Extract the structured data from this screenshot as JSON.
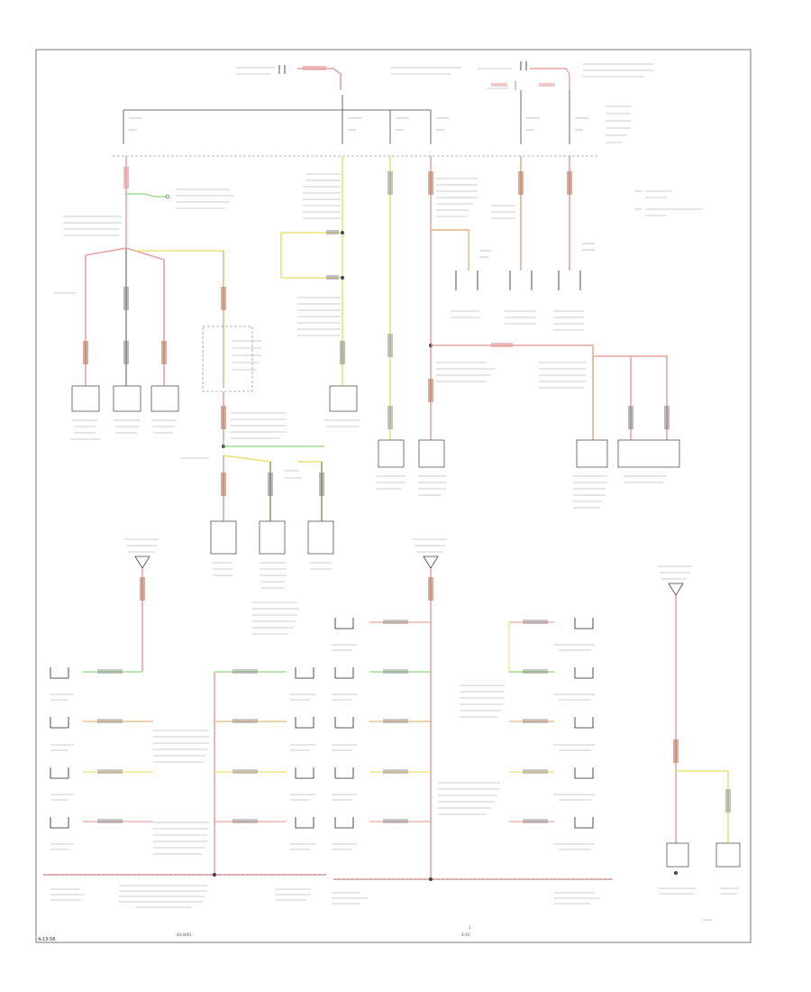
{
  "diagram": {
    "page_tag": "4-13-56",
    "footer_code": "44-0001",
    "footer_page": "1",
    "footer_ref": "4-14",
    "colors": {
      "red_wire": "#e7a3a3",
      "yellow_wire": "#e8e27a",
      "green_wire": "#8fd67f",
      "orange_wire": "#e9b37a",
      "black_wire": "#333333"
    }
  }
}
